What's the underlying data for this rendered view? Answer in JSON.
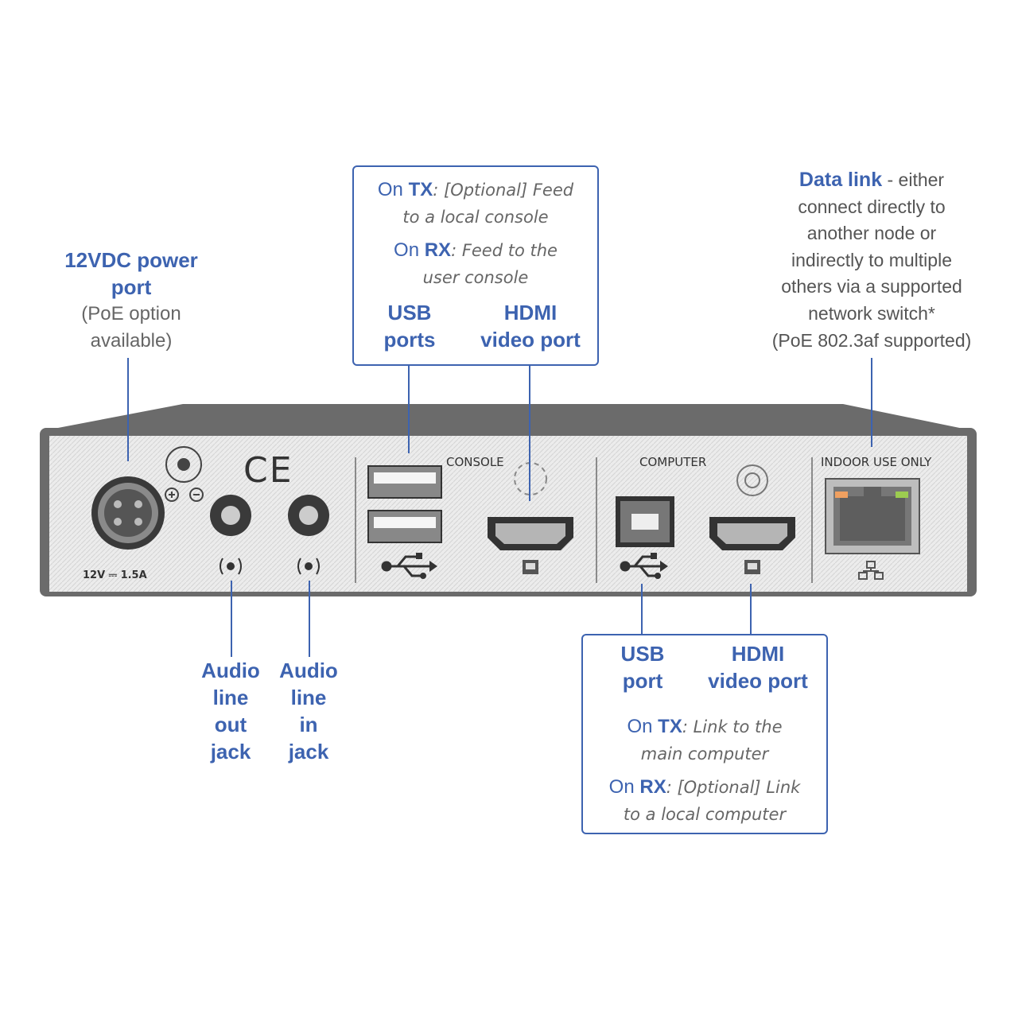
{
  "power": {
    "title_line1": "12VDC power",
    "title_line2": "port",
    "note_line1": "(PoE option",
    "note_line2": "available)"
  },
  "console_box": {
    "tx_prefix": "On ",
    "tx_label": "TX",
    "tx_text_line1": ": [Optional] Feed",
    "tx_text_line2": "to a local console",
    "rx_prefix": "On ",
    "rx_label": "RX",
    "rx_text_line1": ": Feed to the",
    "rx_text_line2": "user console",
    "usb_line1": "USB",
    "usb_line2": "ports",
    "hdmi_line1": "HDMI",
    "hdmi_line2": "video port"
  },
  "data_link": {
    "title": "Data link",
    "line1_rest": " - either",
    "line2": "connect directly to",
    "line3": "another node or",
    "line4": "indirectly to multiple",
    "line5": "others via a supported",
    "line6": "network switch*",
    "line7": "(PoE 802.3af supported)"
  },
  "panel": {
    "console": "CONSOLE",
    "computer": "COMPUTER",
    "indoor": "INDOOR USE ONLY",
    "ce": "CE",
    "rating": "12V ⎓ 1.5A"
  },
  "audio_out": {
    "l1": "Audio",
    "l2": "line",
    "l3": "out",
    "l4": "jack"
  },
  "audio_in": {
    "l1": "Audio",
    "l2": "line",
    "l3": "in",
    "l4": "jack"
  },
  "computer_box": {
    "usb_line1": "USB",
    "usb_line2": "port",
    "hdmi_line1": "HDMI",
    "hdmi_line2": "video port",
    "tx_prefix": "On ",
    "tx_label": "TX",
    "tx_text_line1": ": Link to the",
    "tx_text_line2": "main computer",
    "rx_prefix": "On ",
    "rx_label": "RX",
    "rx_text_line1": ": [Optional] Link",
    "rx_text_line2": "to a local computer"
  },
  "colors": {
    "accent": "#3d63b0",
    "panel": "#ececec",
    "chassis": "#6b6b6b"
  }
}
